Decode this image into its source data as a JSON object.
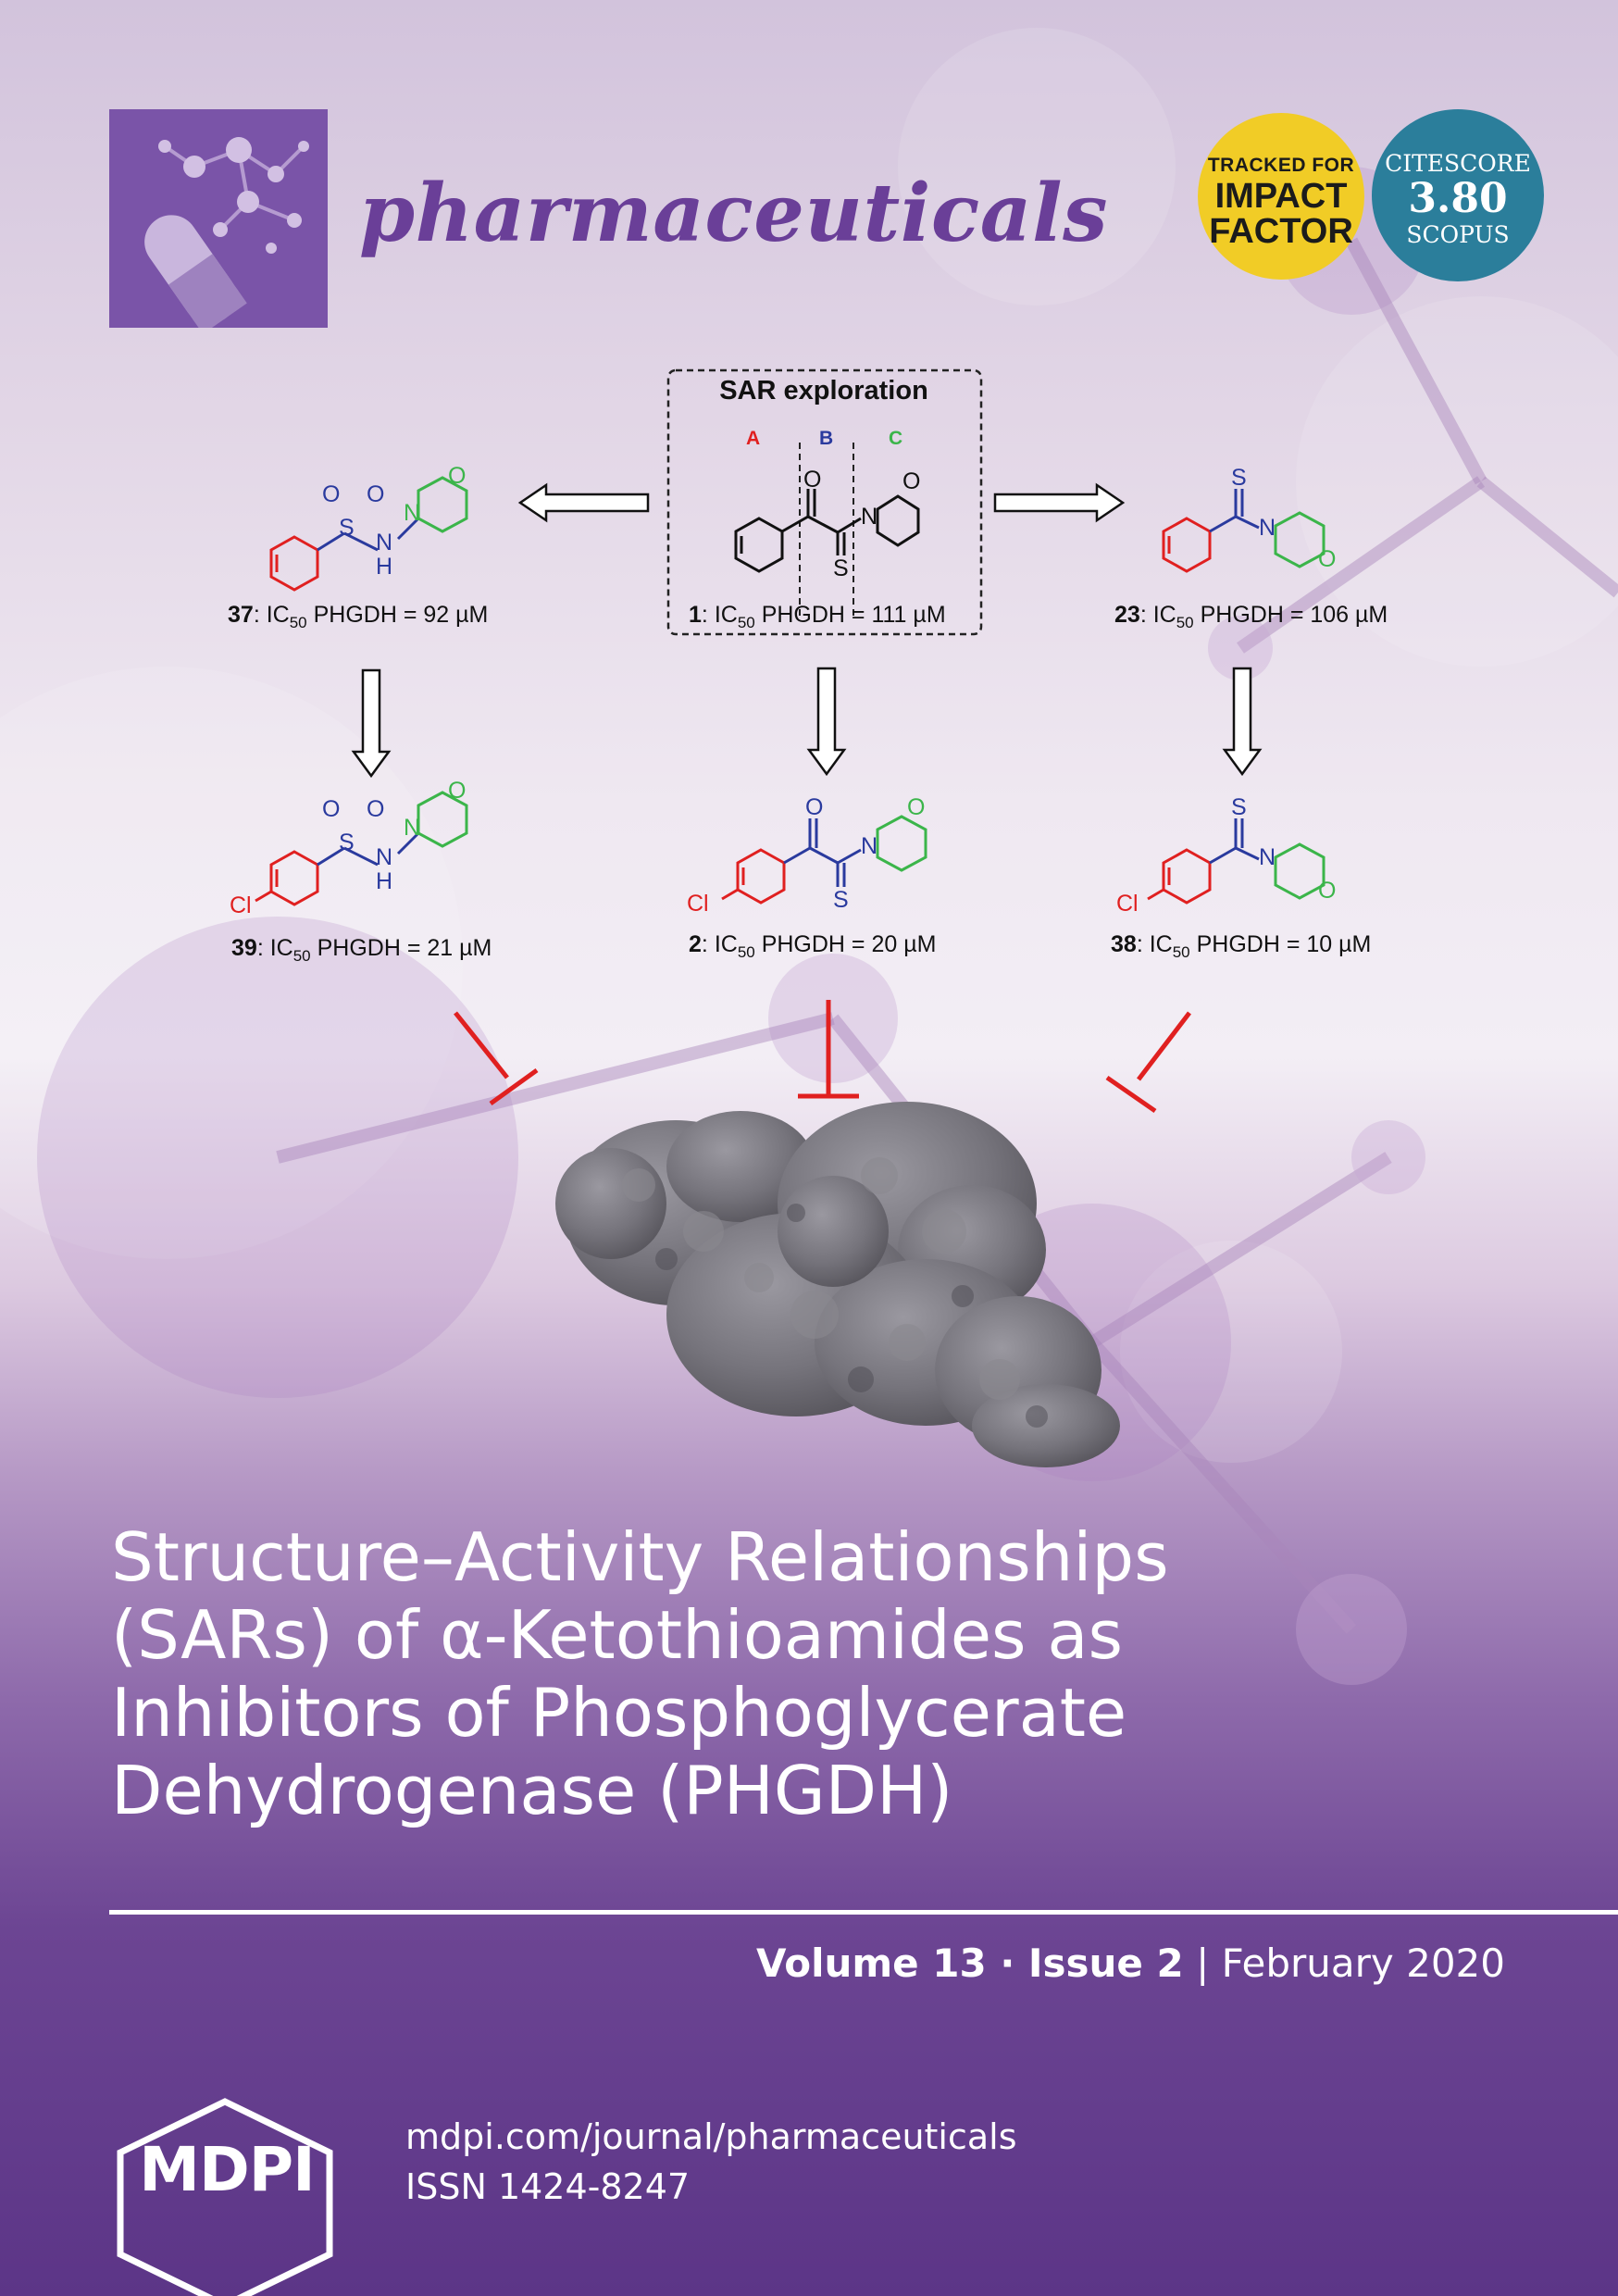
{
  "journal": {
    "name": "pharmaceuticals",
    "brand_color": "#7a54a8"
  },
  "badges": {
    "impact": {
      "line1": "TRACKED FOR",
      "line2": "IMPACT",
      "line3": "FACTOR",
      "color": "#f1cc26"
    },
    "citescore": {
      "label": "CITESCORE",
      "value": "3.80",
      "source": "SCOPUS",
      "color": "#2b7e9b"
    }
  },
  "scheme": {
    "title": "SAR exploration",
    "regions": [
      "A",
      "B",
      "C"
    ],
    "atom_labels": {
      "oxygen": "O",
      "sulfur": "S",
      "nitrogen": "N",
      "nh": "H",
      "chlorine": "Cl"
    },
    "compounds": [
      {
        "id": "37",
        "text": "PHGDH = 92 µM"
      },
      {
        "id": "1",
        "text": "PHGDH = 111 µM"
      },
      {
        "id": "23",
        "text": "PHGDH = 106 µM"
      },
      {
        "id": "39",
        "text": "PHGDH = 21 µM"
      },
      {
        "id": "2",
        "text": "PHGDH = 20 µM"
      },
      {
        "id": "38",
        "text": "PHGDH = 10 µM"
      }
    ],
    "ic_label": "IC",
    "ic_sub": "50"
  },
  "article": {
    "title_lines": [
      "Structure–Activity Relationships",
      "(SARs) of α-Ketothioamides as",
      "Inhibitors of Phosphoglycerate",
      "Dehydrogenase (PHGDH)"
    ]
  },
  "issue": {
    "volume": "Volume 13 · Issue 2",
    "separator": "|",
    "date": "February 2020"
  },
  "footer": {
    "publisher": "MDPI",
    "url": "mdpi.com/journal/pharmaceuticals",
    "issn": "ISSN 1424-8247"
  }
}
